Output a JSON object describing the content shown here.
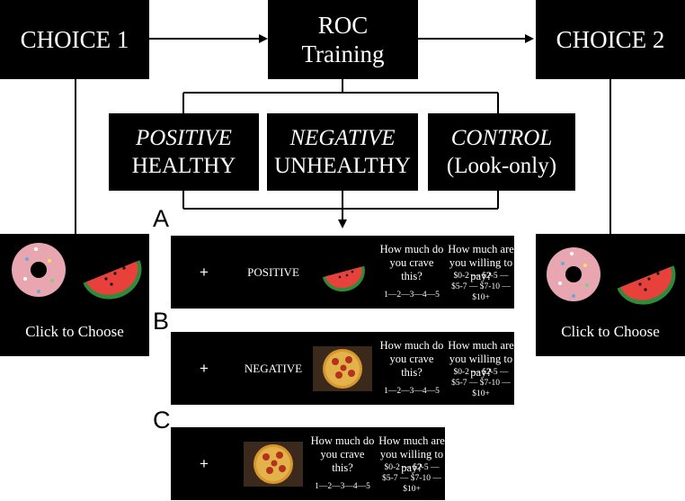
{
  "top": {
    "choice1": "CHOICE 1",
    "roc_line1": "ROC",
    "roc_line2": "Training",
    "choice2": "CHOICE 2"
  },
  "conditions": [
    {
      "line1": "POSITIVE",
      "line2": "HEALTHY"
    },
    {
      "line1": "NEGATIVE",
      "line2": "UNHEALTHY"
    },
    {
      "line1": "CONTROL",
      "line2": "(Look-only)"
    }
  ],
  "choice_screen": {
    "caption": "Click to Choose"
  },
  "panels": {
    "A": {
      "label": "A",
      "fixation": "+",
      "cue": "POSITIVE",
      "crave_q": "How much do you crave this?",
      "crave_scale": "1—2—3—4—5",
      "pay_q": "How much are you willing to pay?",
      "pay_scale": "$0-2 — $2-5 — $5-7 — $7-10 — $10+"
    },
    "B": {
      "label": "B",
      "fixation": "+",
      "cue": "NEGATIVE",
      "crave_q": "How much do you crave this?",
      "crave_scale": "1—2—3—4—5",
      "pay_q": "How much are you willing to pay?",
      "pay_scale": "$0-2 — $2-5 — $5-7 — $7-10 — $10+"
    },
    "C": {
      "label": "C",
      "fixation": "+",
      "crave_q": "How much do you crave this?",
      "crave_scale": "1—2—3—4—5",
      "pay_q": "How much are you willing to pay?",
      "pay_scale": "$0-2 — $2-5 — $5-7 — $7-10 — $10+"
    }
  },
  "colors": {
    "box": "#000000",
    "watermelon_flesh": "#e8413c",
    "watermelon_rind": "#2e8b3a",
    "donut": "#e7a6b0",
    "pizza": "#d8962f",
    "pepperoni": "#b3311d"
  },
  "icons": [
    "donut-image",
    "watermelon-image",
    "pizza-image"
  ]
}
